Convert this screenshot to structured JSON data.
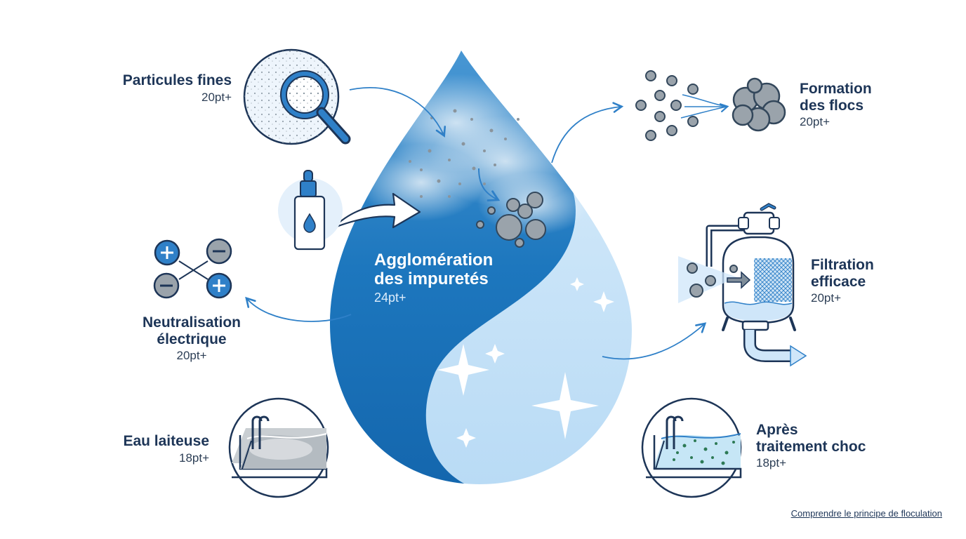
{
  "labels": {
    "particules": {
      "title": "Particules fines",
      "size": "20pt+"
    },
    "formation": {
      "title_line1": "Formation",
      "title_line2": "des flocs",
      "size": "20pt+"
    },
    "agglomeration": {
      "title_line1": "Agglomération",
      "title_line2": "des impuretés",
      "size": "24pt+"
    },
    "neutralisation": {
      "title_line1": "Neutralisation",
      "title_line2": "électrique",
      "size": "20pt+"
    },
    "filtration": {
      "title_line1": "Filtration",
      "title_line2": "efficace",
      "size": "20pt+"
    },
    "eau_laiteuse": {
      "title": "Eau laiteuse",
      "size": "18pt+"
    },
    "apres": {
      "title_line1": "Après",
      "title_line2": "traitement choc",
      "size": "18pt+"
    }
  },
  "footer": {
    "link_text": "Comprendre le principe de floculation"
  },
  "icons": {
    "magnifier": "magnifier-icon",
    "dropper_bottle": "flocculant-bottle-icon",
    "charges": "charge-neutralization-icon",
    "flocs": "floc-clusters-icon",
    "sand_filter": "sand-filter-icon",
    "pool_cloudy": "cloudy-pool-icon",
    "pool_clear": "clear-pool-icon"
  },
  "colors": {
    "navy": "#1d3557",
    "water_dark": "#1873bc",
    "water_light": "#cfe6f9",
    "accent_blue": "#2f80c8",
    "grey_particle": "#9aa3ab"
  }
}
